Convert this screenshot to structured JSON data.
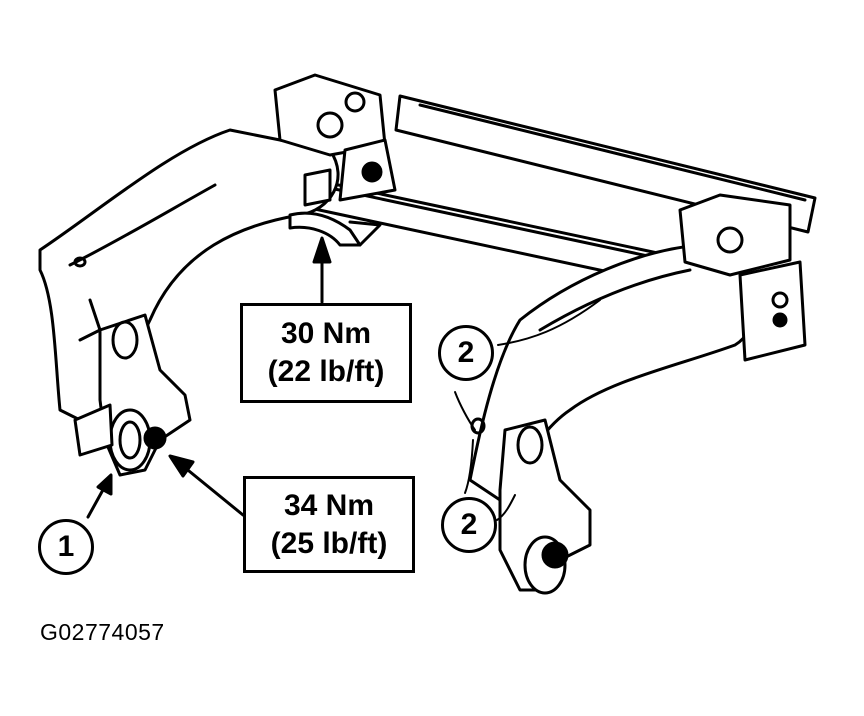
{
  "callouts": {
    "upper_torque": {
      "nm": "30 Nm",
      "lbft": "(22 lb/ft)"
    },
    "lower_torque": {
      "nm": "34 Nm",
      "lbft": "(25 lb/ft)"
    }
  },
  "items": {
    "item_1": "1",
    "item_2_upper": "2",
    "item_2_lower": "2"
  },
  "figure_id": "G02774057"
}
